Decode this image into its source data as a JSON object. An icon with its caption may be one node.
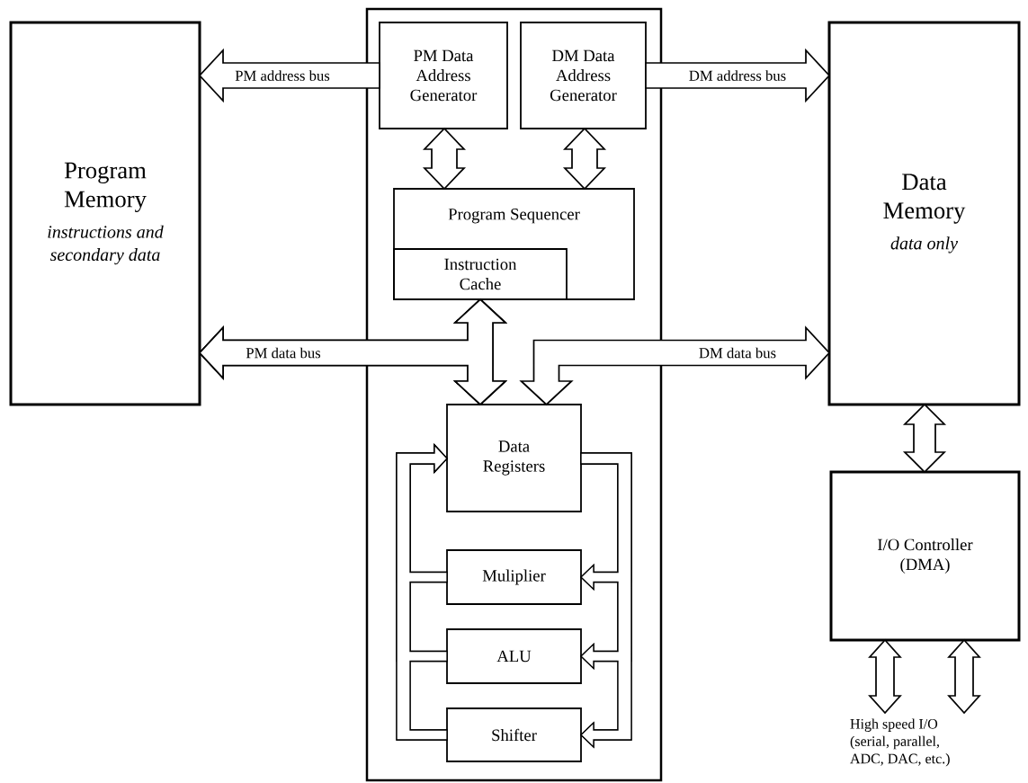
{
  "diagram": {
    "nodes": [
      {
        "text": [
          "Program Memory",
          "instructions and secondary data"
        ]
      },
      {
        "text": [],
        "shape": "box"
      },
      {
        "text": [
          "PM Data Address Generator"
        ],
        "in": 1
      },
      {
        "text": [
          "DM Data Address Generator"
        ],
        "in": 1
      },
      {
        "text": [
          "Program Sequencer"
        ],
        "in": 1
      },
      {
        "text": [
          "Instruction Cache"
        ],
        "in": 4
      },
      {
        "text": [
          "Data Registers"
        ],
        "in": 1
      },
      {
        "text": [
          "Muliplier"
        ],
        "in": 1
      },
      {
        "text": [
          "ALU"
        ],
        "in": 1
      },
      {
        "text": [
          "Shifter"
        ],
        "in": 1
      },
      {
        "text": [
          "Data Memory",
          "data only"
        ]
      },
      {
        "text": [
          "I/O Controller (DMA)"
        ]
      },
      {
        "text": [
          "High speed I/O (serial, parallel, ADC, DAC, etc.)"
        ]
      }
    ],
    "edges": [
      {
        "from": 2,
        "to": 0,
        "arrow": "to",
        "label": "PM address bus"
      },
      {
        "from": 3,
        "to": 10,
        "arrow": "to",
        "label": "DM address bus"
      },
      {
        "from": 2,
        "to": 4,
        "arrow": "both"
      },
      {
        "from": 3,
        "to": 4,
        "arrow": "both"
      },
      {
        "from": 0,
        "to": 5,
        "arrow": "both",
        "label": "PM data bus"
      },
      {
        "from": 0,
        "to": 6,
        "arrow": "both"
      },
      {
        "from": 10,
        "to": 6,
        "arrow": "both",
        "label": "DM data bus"
      },
      {
        "from": 7,
        "to": 6,
        "arrow": "to"
      },
      {
        "from": 8,
        "to": 6,
        "arrow": "to"
      },
      {
        "from": 9,
        "to": 6,
        "arrow": "to"
      },
      {
        "from": 6,
        "to": 7,
        "arrow": "to"
      },
      {
        "from": 6,
        "to": 8,
        "arrow": "to"
      },
      {
        "from": 6,
        "to": 9,
        "arrow": "to"
      },
      {
        "from": 10,
        "to": 11,
        "arrow": "both"
      },
      {
        "from": 11,
        "to": 12,
        "arrow": "both"
      },
      {
        "from": 11,
        "to": 12,
        "arrow": "both"
      }
    ]
  }
}
